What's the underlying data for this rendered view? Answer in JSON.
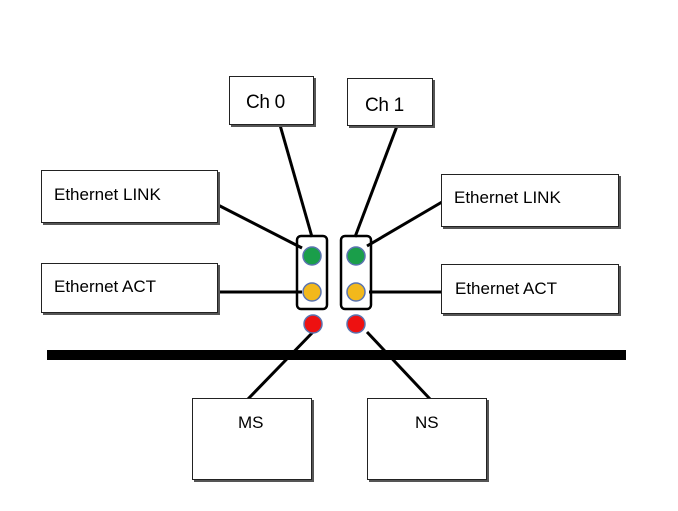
{
  "labels": {
    "ch0": "Ch 0",
    "ch1": "Ch 1",
    "left_link": "Ethernet LINK",
    "left_act": "Ethernet ACT",
    "right_link": "Ethernet LINK",
    "right_act": "Ethernet ACT",
    "ms": "MS",
    "ns": "NS"
  },
  "led_colors": {
    "link": "#1a9e4a",
    "act": "#f2b81b",
    "status": "#ee1111",
    "outline": "#5a74b0"
  }
}
